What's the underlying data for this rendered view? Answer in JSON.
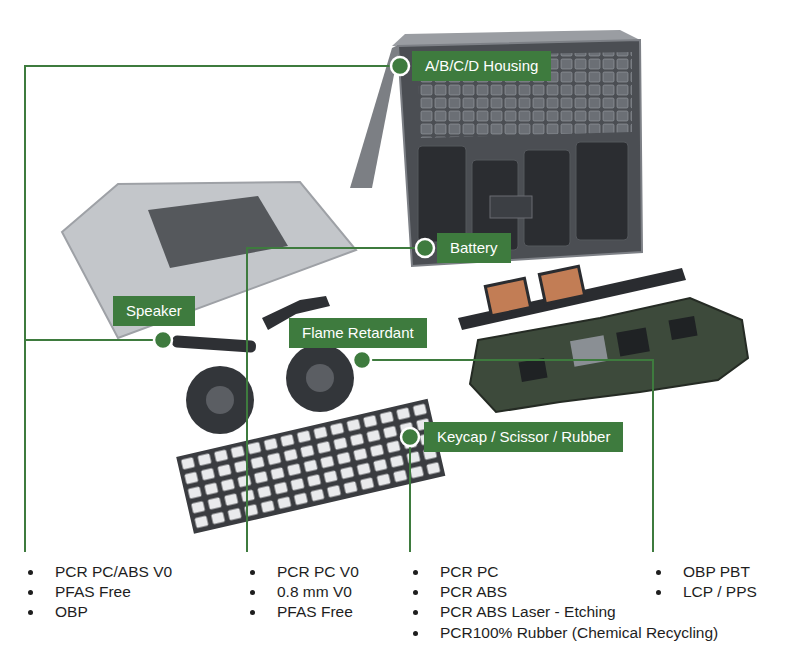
{
  "diagram": {
    "nodes": [
      {
        "text": [
          "A/B/C/D Housing"
        ]
      },
      {
        "text": [
          "Battery"
        ]
      },
      {
        "text": [
          "Speaker"
        ]
      },
      {
        "text": [
          "Flame Retardant"
        ]
      },
      {
        "text": [
          "Keycap / Scissor / Rubber"
        ]
      }
    ],
    "labels": [
      "PCR PC/ABS V0",
      "PFAS Free",
      "OBP",
      "PCR PC V0",
      "0.8 mm V0",
      "PFAS Free",
      "PCR PC",
      "PCR ABS",
      "PCR ABS Laser - Etching",
      "PCR100% Rubber (Chemical Recycling)",
      "OBP PBT",
      "LCP / PPS"
    ]
  }
}
